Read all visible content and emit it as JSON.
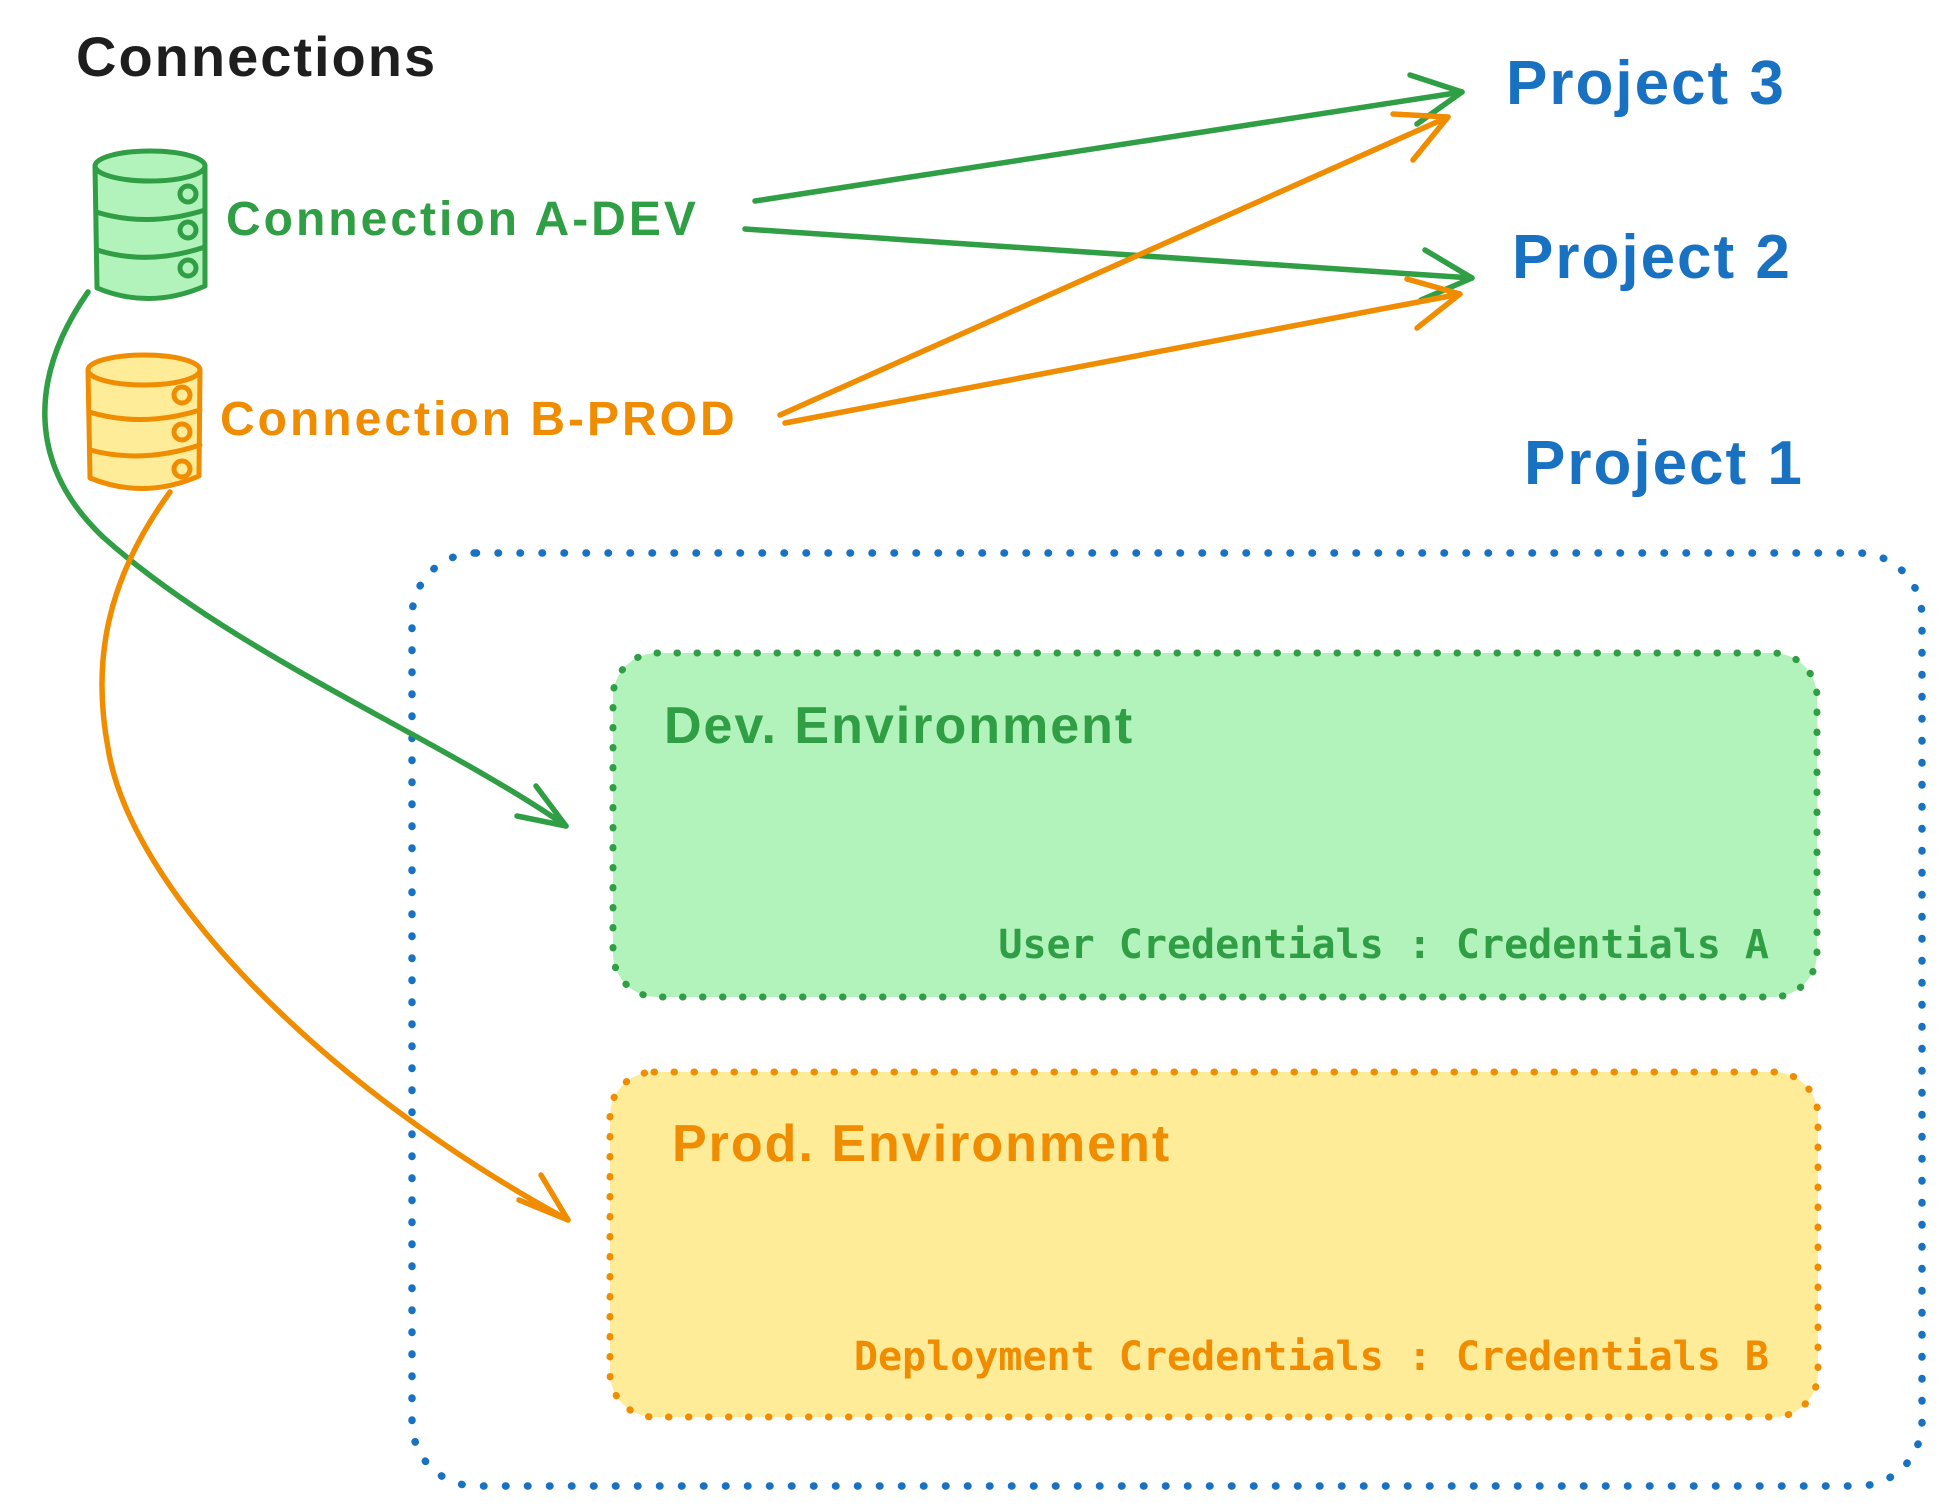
{
  "diagram": {
    "title": "Connections",
    "colors": {
      "text": "#1e1e1e",
      "blue": "#1971c2",
      "green": "#2f9e44",
      "green_fill": "#b2f2bb",
      "orange": "#f08c00",
      "orange_fill": "#ffec99",
      "background": "#ffffff"
    },
    "connections": [
      {
        "label": "Connection A-DEV",
        "color": "#2f9e44",
        "icon": "database-icon"
      },
      {
        "label": "Connection B-PROD",
        "color": "#f08c00",
        "icon": "database-icon"
      }
    ],
    "projects": [
      {
        "label": "Project 3"
      },
      {
        "label": "Project 2"
      },
      {
        "label": "Project 1"
      }
    ],
    "environments": [
      {
        "name": "Dev. Environment",
        "credentials": "User Credentials : Credentials A",
        "color": "#2f9e44",
        "fill": "#b2f2bb"
      },
      {
        "name": "Prod. Environment",
        "credentials": "Deployment Credentials : Credentials B",
        "color": "#f08c00",
        "fill": "#ffec99"
      }
    ],
    "links": [
      {
        "from": "Connection A-DEV",
        "to": "Project 3",
        "color": "green",
        "style": "straight-arrow"
      },
      {
        "from": "Connection A-DEV",
        "to": "Project 2",
        "color": "green",
        "style": "straight-arrow"
      },
      {
        "from": "Connection B-PROD",
        "to": "Project 3",
        "color": "orange",
        "style": "straight-arrow"
      },
      {
        "from": "Connection B-PROD",
        "to": "Project 2",
        "color": "orange",
        "style": "straight-arrow"
      },
      {
        "from": "Connection A-DEV",
        "to": "Dev. Environment",
        "color": "green",
        "style": "curved-arrow"
      },
      {
        "from": "Connection B-PROD",
        "to": "Prod. Environment",
        "color": "orange",
        "style": "curved-arrow"
      }
    ]
  }
}
